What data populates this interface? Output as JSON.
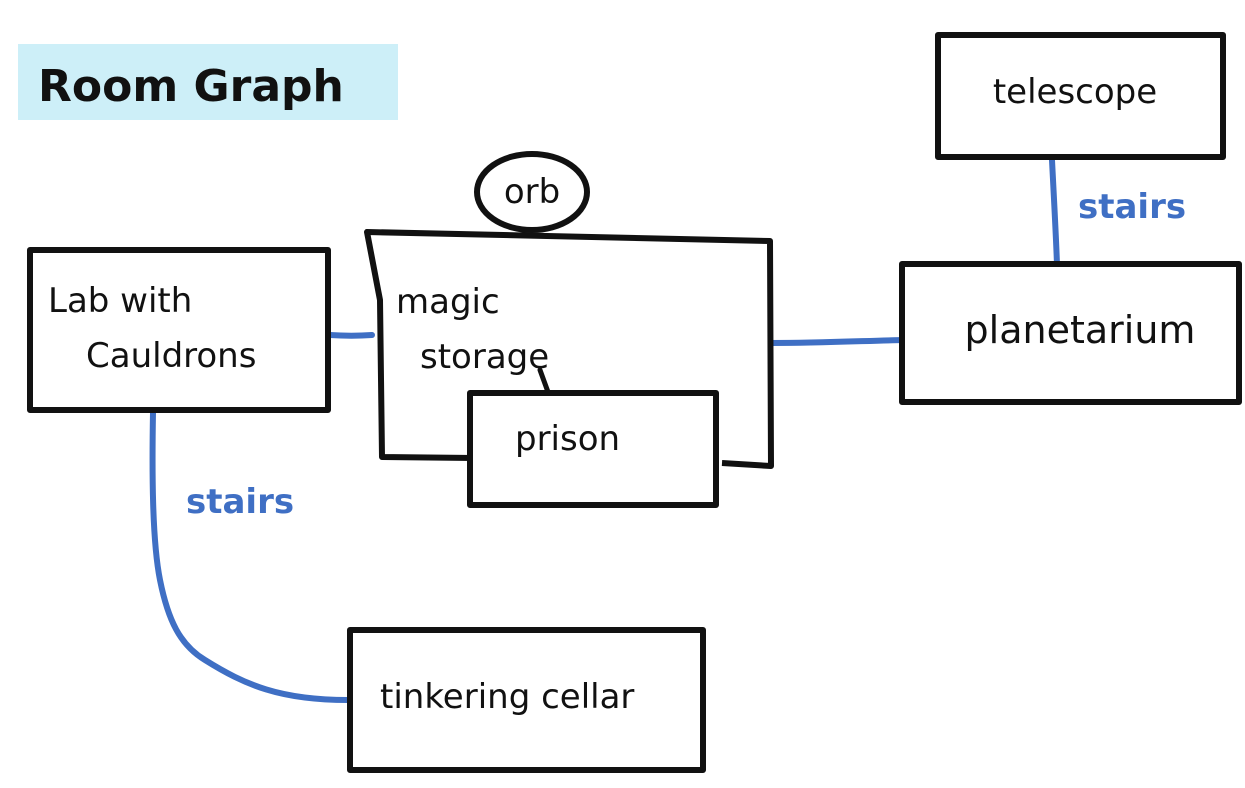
{
  "title": "Room Graph",
  "colors": {
    "title_highlight": "#cdeff8",
    "link": "#3f6fc4",
    "outline": "#111111"
  },
  "rooms": {
    "lab": {
      "line1": "Lab with",
      "line2": "Cauldrons"
    },
    "magic_storage": {
      "line1": "magic",
      "line2": "storage"
    },
    "orb": "orb",
    "prison": "prison",
    "planetarium": "planetarium",
    "telescope": "telescope",
    "tinkering_cellar": "tinkering cellar"
  },
  "connections": {
    "telescope_planetarium": "stairs",
    "lab_tinkering_cellar": "stairs"
  }
}
